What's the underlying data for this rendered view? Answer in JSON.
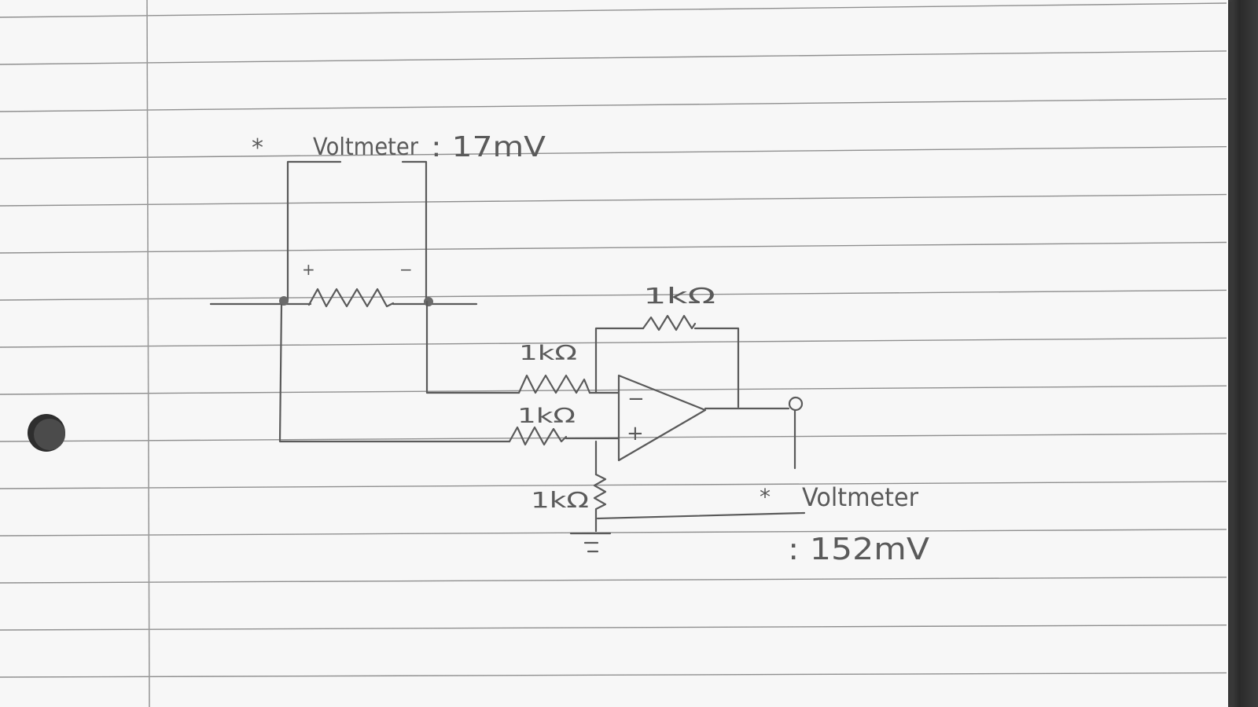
{
  "notes": {
    "top_voltmeter_marker": "*",
    "top_voltmeter_label": "Voltmeter",
    "top_voltmeter_reading": ": 17mV",
    "bottom_voltmeter_marker": "*",
    "bottom_voltmeter_label": "Voltmeter",
    "bottom_voltmeter_reading": ": 152mV"
  },
  "components": {
    "feedback_resistor_label": "1kΩ",
    "input_inverting_resistor_label": "1kΩ",
    "input_noninverting_resistor_label": "1kΩ",
    "ground_resistor_label": "1kΩ",
    "source_plus": "+",
    "source_minus": "−",
    "opamp_minus": "−",
    "opamp_plus": "+"
  },
  "colors": {
    "paper": "#f7f7f7",
    "rule_line": "#8f8f8f",
    "margin_line": "#9a9a9a",
    "pencil": "#5a5a5a"
  }
}
